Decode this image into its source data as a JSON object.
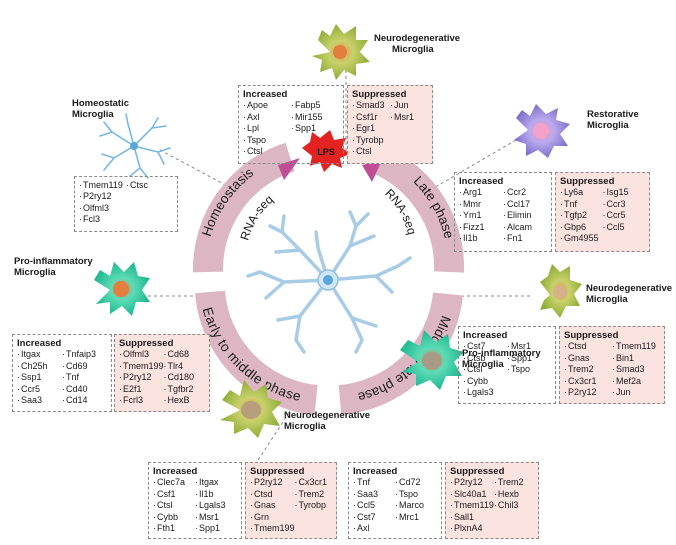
{
  "center": {
    "homeostasis": "Homeostasis",
    "late_phase": "Late phase",
    "middle_late": "Middle to late phase",
    "early_middle": "Early to middle phase",
    "rnaseq_left": "RNA-seq",
    "rnaseq_right": "RNA-seq",
    "lps": "LPS"
  },
  "labels": {
    "homeostatic": [
      "Homeostatic",
      "Microglia"
    ],
    "neuro_top": [
      "Neurodegenerative",
      "Microglia"
    ],
    "restorative": [
      "Restorative",
      "Microglia"
    ],
    "neuro_right": [
      "Neurodegenerative",
      "Microglia"
    ],
    "proinf_left": [
      "Pro-inflammatory",
      "Microglia"
    ],
    "neuro_bottom": [
      "Neurodegenerative",
      "Microglia"
    ],
    "proinf_bottom": [
      "Pro-inflammatory",
      "Microglia"
    ]
  },
  "boxes": {
    "homeostatic": {
      "header": "",
      "cols": [
        [
          "Tmem119",
          "P2ry12",
          "Olfml3",
          "Fcl3"
        ],
        [
          "Ctsc"
        ]
      ]
    },
    "neuro_top_inc": {
      "header": "Increased",
      "cols": [
        [
          "Apoe",
          "Axl",
          "Lpl",
          "Tspo",
          "Ctsl"
        ],
        [
          "Fabp5",
          "Mir155",
          "Spp1"
        ]
      ]
    },
    "neuro_top_sup": {
      "header": "Suppressed",
      "cols": [
        [
          "Smad3",
          "Csf1r",
          "Egr1",
          "Tyrobp",
          "Ctsl"
        ],
        [
          "Jun",
          "Msr1"
        ]
      ]
    },
    "restorative_inc": {
      "header": "Increased",
      "cols": [
        [
          "Arg1",
          "Mmr",
          "Ym1",
          "Fizz1",
          "Il1b"
        ],
        [
          "Ccr2",
          "Ccl17",
          "Elimin",
          "Alcam",
          "Fn1"
        ]
      ]
    },
    "restorative_sup": {
      "header": "Suppressed",
      "cols": [
        [
          "Ly6a",
          "Tnf",
          "Tgfp2",
          "Gbp6",
          "Gm4955"
        ],
        [
          "Isg15",
          "Ccr3",
          "Ccr5",
          "Ccl5"
        ]
      ]
    },
    "neuro_right_inc": {
      "header": "Increased",
      "cols": [
        [
          "Cst7",
          "Ctsb",
          "Ctsl",
          "Cybb",
          "Lgals3"
        ],
        [
          "Msr1",
          "Spp1",
          "Tspo"
        ]
      ]
    },
    "neuro_right_sup": {
      "header": "Suppressed",
      "cols": [
        [
          "Ctsd",
          "Gnas",
          "Trem2",
          "Cx3cr1",
          "P2ry12"
        ],
        [
          "Tmem119",
          "Bin1",
          "Smad3",
          "Mef2a",
          "Jun"
        ]
      ]
    },
    "proinf_left_inc": {
      "header": "Increased",
      "cols": [
        [
          "Itgax",
          "Ch25h",
          "Ssp1",
          "Ccr5",
          "Saa3"
        ],
        [
          "Tnfaip3",
          "Cd69",
          "Tnf",
          "Cd40",
          "Cd14"
        ]
      ]
    },
    "proinf_left_sup": {
      "header": "Suppressed",
      "cols": [
        [
          "Olfml3",
          "Tmem199",
          "P2ry12",
          "E2f1",
          "Fcrl3"
        ],
        [
          "Cd68",
          "Tlr4",
          "Cd180",
          "Tgfbr2",
          "HexB"
        ]
      ]
    },
    "neuro_bottom_inc": {
      "header": "Increased",
      "cols": [
        [
          "Clec7a",
          "Csf1",
          "Ctsl",
          "Cybb",
          "Fth1"
        ],
        [
          "Itgax",
          "Il1b",
          "Lgals3",
          "Msr1",
          "Spp1"
        ]
      ]
    },
    "neuro_bottom_sup": {
      "header": "Suppressed",
      "cols": [
        [
          "P2ry12",
          "Ctsd",
          "Gnas",
          "Grn",
          "Tmem199"
        ],
        [
          "Cx3cr1",
          "Trem2",
          "Tyrobp"
        ]
      ]
    },
    "proinf_bottom_inc": {
      "header": "Increased",
      "cols": [
        [
          "Tnf",
          "Saa3",
          "Ccl5",
          "Cst7",
          "Axl"
        ],
        [
          "Cd72",
          "Tspo",
          "Marco",
          "Mrc1"
        ]
      ]
    },
    "proinf_bottom_sup": {
      "header": "Suppressed",
      "cols": [
        [
          "P2ry12",
          "Slc40a1",
          "Tmem119",
          "Sall1",
          "PlxnA4"
        ],
        [
          "Trem2",
          "Hexb",
          "Chil3"
        ]
      ]
    }
  },
  "colors": {
    "ring": "#dcb6c3",
    "arrow": "#c04e96",
    "lps": "#e32222",
    "green_cell": "#a7c24a",
    "teal_cell": "#2fc8a4",
    "purple_cell": "#9b86d6",
    "homeo_cell": "#5fb0e0"
  }
}
